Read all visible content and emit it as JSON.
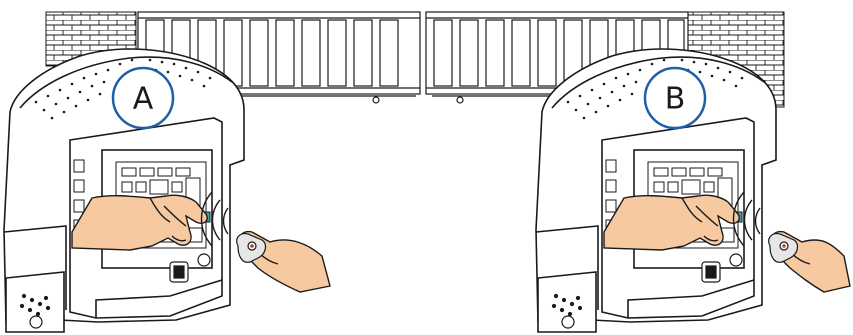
{
  "panels": [
    {
      "id": "A",
      "label": "A"
    },
    {
      "id": "B",
      "label": "B"
    }
  ],
  "colors": {
    "callout_ring": "#1f5fa8",
    "line": "#1a1a1a",
    "skin": "#f6c9a0",
    "skin_shadow": "#e9a979",
    "teal_button": "#3aa6a0",
    "remote_body": "#e6e6e6",
    "remote_logo": "#c0392b",
    "background": "#ffffff"
  }
}
